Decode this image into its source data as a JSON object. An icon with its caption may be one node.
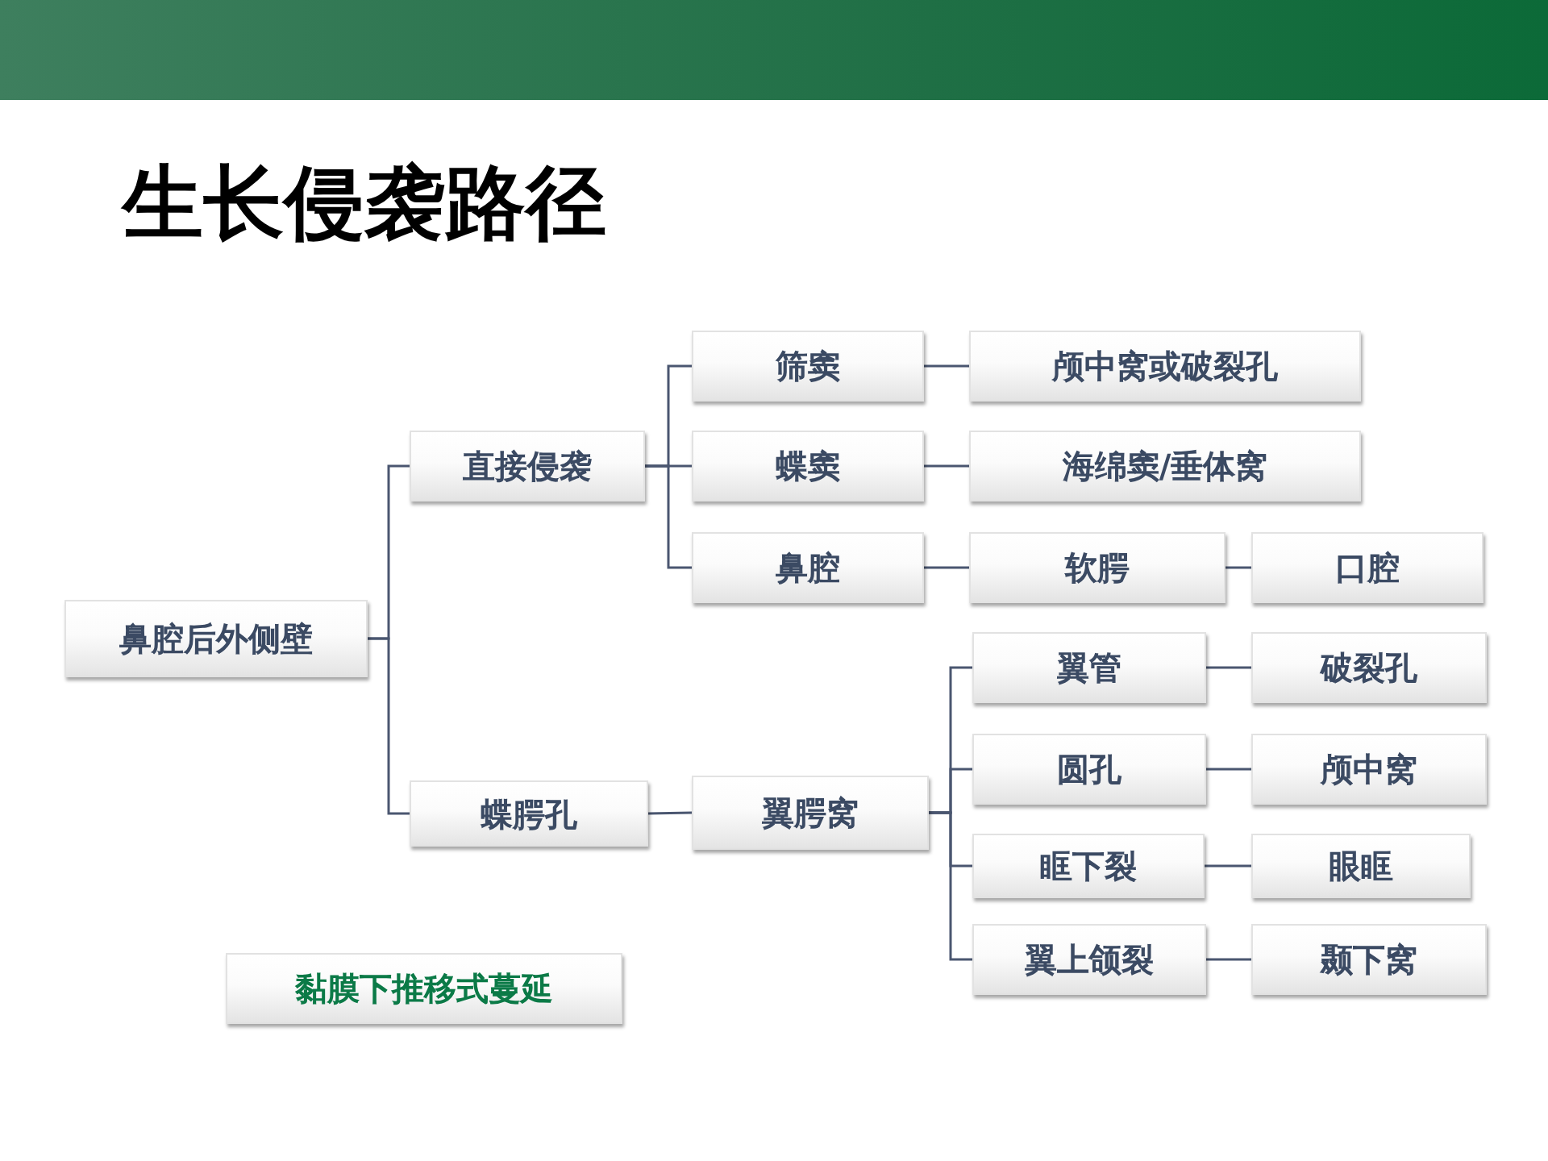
{
  "diagram": {
    "title": "生长侵袭路径",
    "nodes": [
      {
        "text": [
          "鼻腔后外侧壁"
        ]
      },
      {
        "text": [
          "直接侵袭"
        ]
      },
      {
        "text": [
          "筛窦"
        ]
      },
      {
        "text": [
          "颅中窝或破裂孔"
        ]
      },
      {
        "text": [
          "蝶窦"
        ]
      },
      {
        "text": [
          "海绵窦/垂体窝"
        ]
      },
      {
        "text": [
          "鼻腔"
        ]
      },
      {
        "text": [
          "软腭"
        ]
      },
      {
        "text": [
          "口腔"
        ]
      },
      {
        "text": [
          "蝶腭孔"
        ]
      },
      {
        "text": [
          "翼腭窝"
        ]
      },
      {
        "text": [
          "翼管"
        ]
      },
      {
        "text": [
          "破裂孔"
        ]
      },
      {
        "text": [
          "圆孔"
        ]
      },
      {
        "text": [
          "颅中窝"
        ]
      },
      {
        "text": [
          "眶下裂"
        ]
      },
      {
        "text": [
          "眼眶"
        ]
      },
      {
        "text": [
          "翼上颌裂"
        ]
      },
      {
        "text": [
          "颞下窝"
        ]
      },
      {
        "text": [
          "黏膜下推移式蔓延"
        ]
      }
    ],
    "edges": [
      {
        "from": 0,
        "to": 1,
        "arrow": "none"
      },
      {
        "from": 0,
        "to": 9,
        "arrow": "none"
      },
      {
        "from": 1,
        "to": 2,
        "arrow": "none"
      },
      {
        "from": 1,
        "to": 4,
        "arrow": "none"
      },
      {
        "from": 1,
        "to": 6,
        "arrow": "none"
      },
      {
        "from": 2,
        "to": 3,
        "arrow": "none"
      },
      {
        "from": 4,
        "to": 5,
        "arrow": "none"
      },
      {
        "from": 6,
        "to": 7,
        "arrow": "none"
      },
      {
        "from": 7,
        "to": 8,
        "arrow": "none"
      },
      {
        "from": 9,
        "to": 10,
        "arrow": "none"
      },
      {
        "from": 10,
        "to": 11,
        "arrow": "none"
      },
      {
        "from": 10,
        "to": 13,
        "arrow": "none"
      },
      {
        "from": 10,
        "to": 15,
        "arrow": "none"
      },
      {
        "from": 10,
        "to": 17,
        "arrow": "none"
      },
      {
        "from": 11,
        "to": 12,
        "arrow": "none"
      },
      {
        "from": 13,
        "to": 14,
        "arrow": "none"
      },
      {
        "from": 15,
        "to": 16,
        "arrow": "none"
      },
      {
        "from": 17,
        "to": 18,
        "arrow": "none"
      }
    ]
  }
}
